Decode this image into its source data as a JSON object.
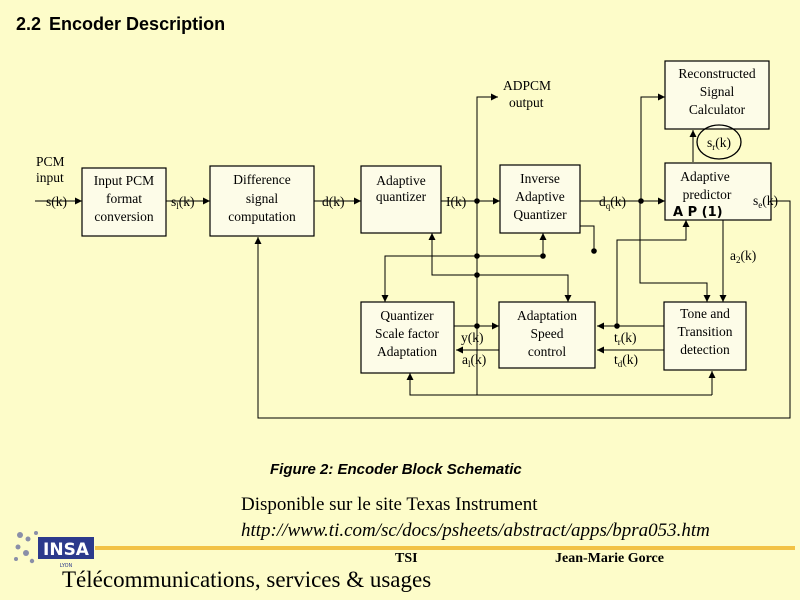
{
  "heading": {
    "number": "2.2",
    "title": "Encoder Description"
  },
  "diagram": {
    "blocks": {
      "input_pcm": [
        "Input PCM",
        "format",
        "conversion"
      ],
      "difference": [
        "Difference",
        "signal",
        "computation"
      ],
      "adaptive_quantizer": [
        "Adaptive",
        "quantizer"
      ],
      "inverse_quantizer": [
        "Inverse",
        "Adaptive",
        "Quantizer"
      ],
      "adaptive_predictor": [
        "Adaptive",
        "predictor"
      ],
      "reconstructed_calc": [
        "Reconstructed",
        "Signal",
        "Calculator"
      ],
      "scale_factor": [
        "Quantizer",
        "Scale factor",
        "Adaptation"
      ],
      "speed_control": [
        "Adaptation",
        "Speed",
        "control"
      ],
      "tone_detection": [
        "Tone and",
        "Transition",
        "detection"
      ]
    },
    "labels": {
      "pcm_input": [
        "PCM",
        "input"
      ],
      "s_k": "s(k)",
      "sl_k": [
        "s",
        "l",
        "(k)"
      ],
      "d_k": "d(k)",
      "i_k": "I(k)",
      "adpcm_output": [
        "ADPCM",
        "output"
      ],
      "dq_k": [
        "d",
        "q",
        "(k)"
      ],
      "sr_k": [
        "s",
        "r",
        "(k)"
      ],
      "se_k": [
        "s",
        "e",
        "(k)"
      ],
      "a2_k": [
        "a",
        "2",
        "(k)"
      ],
      "y_k": "y(k)",
      "al_k": [
        "a",
        "l",
        "(k)"
      ],
      "tr_k": [
        "t",
        "r",
        "(k)"
      ],
      "td_k": [
        "t",
        "d",
        "(k)"
      ],
      "handwritten_note": "A P (1)"
    }
  },
  "caption": "Figure 2: Encoder Block Schematic",
  "source": "Disponible sur le site Texas Instrument",
  "url": "http://www.ti.com/sc/docs/psheets/abstract/apps/bpra053.htm",
  "footer": {
    "logo_text": "INSA",
    "logo_subtext": "LYON",
    "center": "TSI",
    "author": "Jean-Marie Gorce",
    "title": "Télécommunications, services & usages"
  }
}
